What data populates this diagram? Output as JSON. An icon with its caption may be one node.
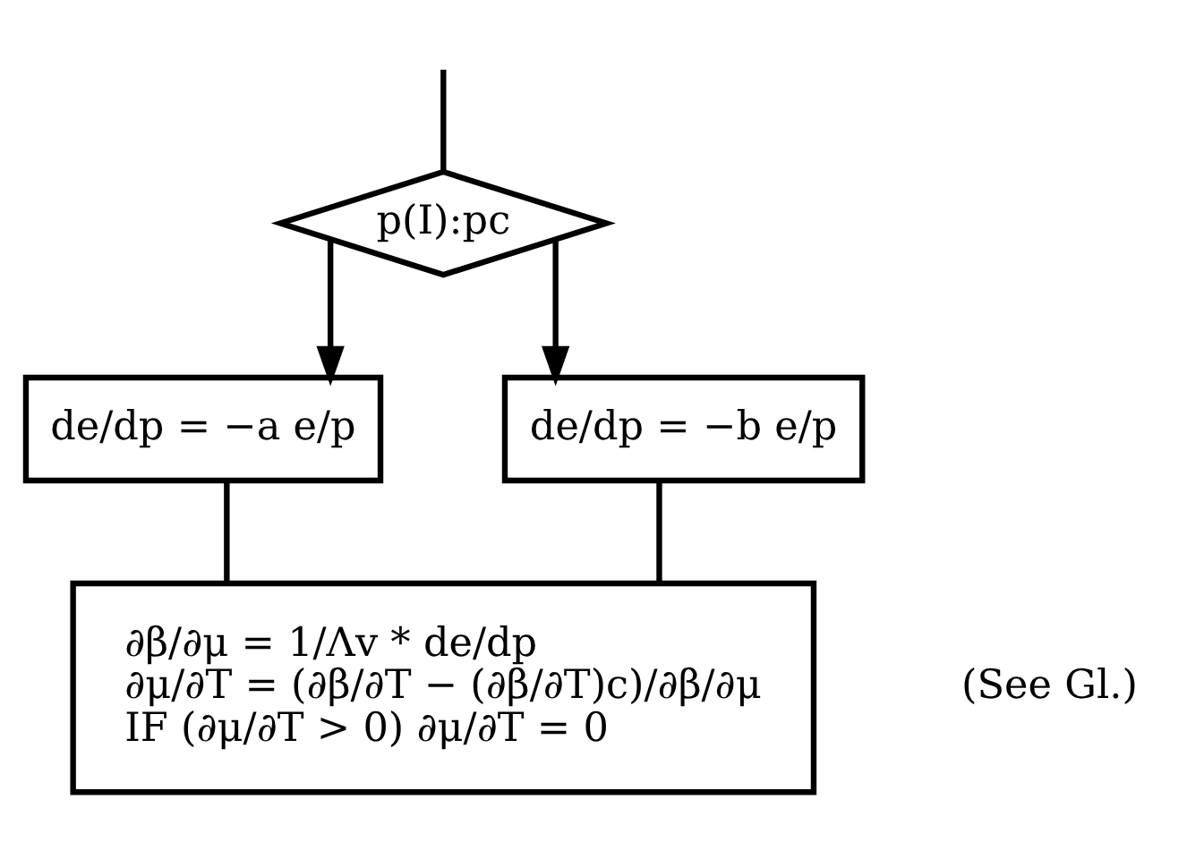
{
  "diagram": {
    "nodes": [
      {
        "text": [
          "p(I):pc"
        ]
      },
      {
        "text": [
          "de/dp = −a e/p"
        ]
      },
      {
        "text": [
          "de/dp = −b e/p"
        ]
      },
      {
        "text": [
          "∂β/∂μ = 1/Λv * de/dp",
          "∂μ/∂T = (∂β/∂T − (∂β/∂T)c)/∂β/∂μ",
          "IF (∂μ/∂T > 0) ∂μ/∂T = 0"
        ],
        "beside": [
          "(See Gl.)"
        ]
      }
    ],
    "edges": [
      {
        "from": null,
        "to": 0,
        "arrow": "none"
      },
      {
        "from": 0,
        "to": 1,
        "arrow": "to"
      },
      {
        "from": 0,
        "to": 2,
        "arrow": "to"
      },
      {
        "from": 1,
        "to": 3,
        "arrow": "none"
      },
      {
        "from": 2,
        "to": 3,
        "arrow": "none"
      }
    ]
  }
}
